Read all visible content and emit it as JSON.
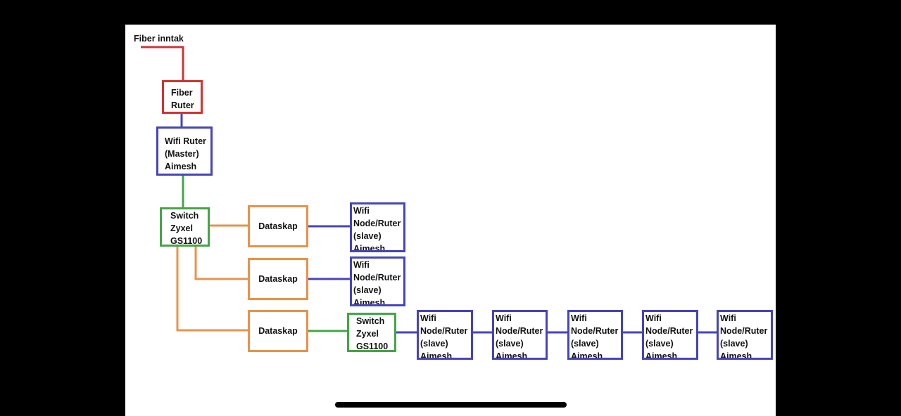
{
  "colors": {
    "frame": "#000000",
    "canvas": "#ffffff",
    "fiber": "#cf3434",
    "wifi": "#4444bb",
    "switch": "#44a547",
    "dataskap": "#e7934b",
    "text": "#111111"
  },
  "diagram": {
    "title": "Fiber inntak",
    "fiber_router": {
      "lines": [
        "Fiber",
        "Ruter"
      ]
    },
    "master_router": {
      "lines": [
        "Wifi Ruter",
        "(Master)",
        "Aimesh"
      ]
    },
    "switch_main": {
      "lines": [
        "Switch",
        "Zyxel",
        "GS1100"
      ]
    },
    "dataskap": [
      {
        "label": "Dataskap"
      },
      {
        "label": "Dataskap"
      },
      {
        "label": "Dataskap"
      }
    ],
    "switch_second": {
      "lines": [
        "Switch",
        "Zyxel",
        "GS1100"
      ]
    },
    "slave_nodes": [
      {
        "lines": [
          "Wifi",
          "Node/Ruter",
          "(slave)",
          "Aimesh"
        ]
      },
      {
        "lines": [
          "Wifi",
          "Node/Ruter",
          "(slave)",
          "Aimesh"
        ]
      },
      {
        "lines": [
          "Wifi",
          "Node/Ruter",
          "(slave)",
          "Aimesh"
        ]
      },
      {
        "lines": [
          "Wifi",
          "Node/Ruter",
          "(slave)",
          "Aimesh"
        ]
      },
      {
        "lines": [
          "Wifi",
          "Node/Ruter",
          "(slave)",
          "Aimesh"
        ]
      },
      {
        "lines": [
          "Wifi",
          "Node/Ruter",
          "(slave)",
          "Aimesh"
        ]
      },
      {
        "lines": [
          "Wifi",
          "Node/Ruter",
          "(slave)",
          "Aimesh"
        ]
      }
    ],
    "connections": [
      {
        "from": "fiber-inntak",
        "to": "fiber-router",
        "type": "fiber"
      },
      {
        "from": "fiber-router",
        "to": "master-router",
        "type": "wifi"
      },
      {
        "from": "master-router",
        "to": "switch-main",
        "type": "switch"
      },
      {
        "from": "switch-main",
        "to": "dataskap-1",
        "type": "dataskap"
      },
      {
        "from": "switch-main",
        "to": "dataskap-2",
        "type": "dataskap"
      },
      {
        "from": "switch-main",
        "to": "dataskap-3",
        "type": "dataskap"
      },
      {
        "from": "dataskap-1",
        "to": "slave-node-1",
        "type": "wifi"
      },
      {
        "from": "dataskap-2",
        "to": "slave-node-2",
        "type": "wifi"
      },
      {
        "from": "dataskap-3",
        "to": "switch-second",
        "type": "switch"
      },
      {
        "from": "switch-second",
        "to": "slave-node-3",
        "type": "wifi"
      },
      {
        "from": "slave-node-3",
        "to": "slave-node-4",
        "type": "wifi"
      },
      {
        "from": "slave-node-4",
        "to": "slave-node-5",
        "type": "wifi"
      },
      {
        "from": "slave-node-5",
        "to": "slave-node-6",
        "type": "wifi"
      },
      {
        "from": "slave-node-6",
        "to": "slave-node-7",
        "type": "wifi"
      }
    ]
  }
}
